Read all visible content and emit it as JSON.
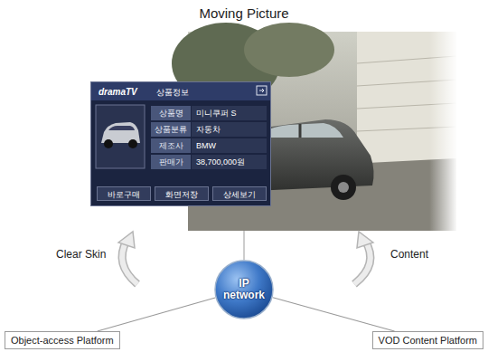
{
  "diagram": {
    "title": "Moving Picture",
    "nodes": [
      {
        "text": [
          "dramaTV",
          "상품정보",
          "상품명",
          "미니쿠퍼 S",
          "상품분류",
          "자동차",
          "제조사",
          "BMW",
          "판매가",
          "38,700,000원",
          "바로구매",
          "화면저장",
          "상세보기"
        ]
      },
      {
        "text": [
          "IP network"
        ]
      },
      {
        "text": [
          "Object-access Platform"
        ]
      },
      {
        "text": [
          "VOD Content Platform"
        ]
      }
    ],
    "edges": [
      {
        "from": 1,
        "to": 2,
        "arrow": "none"
      },
      {
        "from": 1,
        "to": 3,
        "arrow": "none"
      }
    ],
    "labels": [
      "Clear Skin",
      "Content"
    ]
  }
}
